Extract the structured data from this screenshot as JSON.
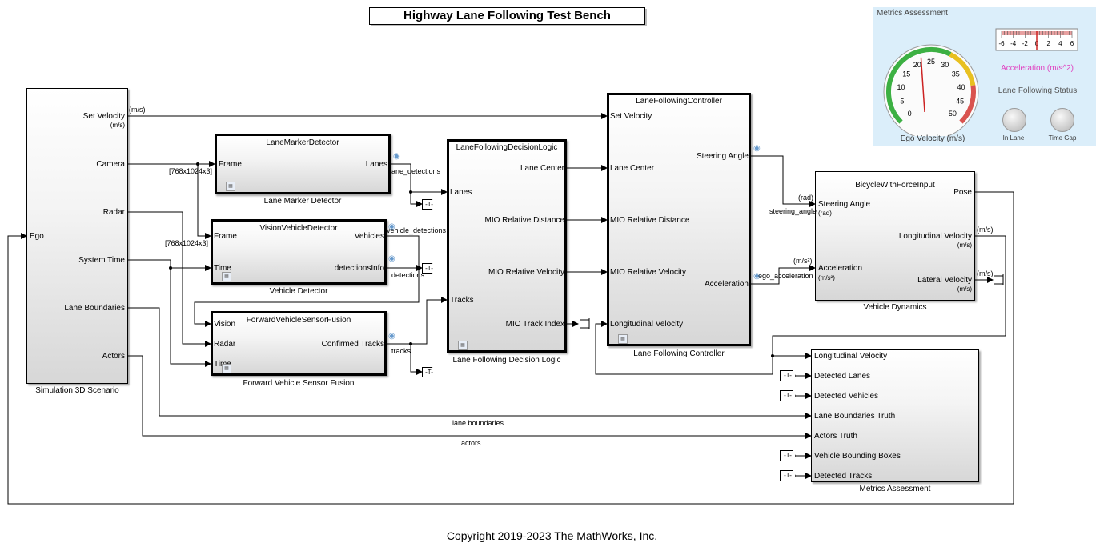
{
  "title": "Highway Lane Following Test Bench",
  "copyright": "Copyright 2019-2023 The MathWorks, Inc.",
  "blocks": {
    "sim3d": {
      "caption": "Simulation 3D Scenario",
      "in_ports": [
        "Ego"
      ],
      "out_ports": [
        "Set Velocity",
        "(m/s)",
        "Camera",
        "Radar",
        "System Time",
        "Lane Boundaries",
        "Actors"
      ]
    },
    "lane_marker": {
      "title": "LaneMarkerDetector",
      "caption": "Lane Marker Detector",
      "in_ports": [
        "Frame"
      ],
      "out_ports": [
        "Lanes"
      ]
    },
    "vehicle_detector": {
      "title": "VisionVehicleDetector",
      "caption": "Vehicle Detector",
      "in_ports": [
        "Frame",
        "Time"
      ],
      "out_ports": [
        "Vehicles",
        "detectionsInfo"
      ]
    },
    "sensor_fusion": {
      "title": "ForwardVehicleSensorFusion",
      "caption": "Forward Vehicle Sensor Fusion",
      "in_ports": [
        "Vision",
        "Radar",
        "Time"
      ],
      "out_ports": [
        "Confirmed Tracks"
      ]
    },
    "decision_logic": {
      "title": "LaneFollowingDecisionLogic",
      "caption": "Lane Following Decision Logic",
      "in_ports": [
        "Lanes",
        "Tracks"
      ],
      "out_ports": [
        "Lane Center",
        "MIO Relative Distance",
        "MIO Relative Velocity",
        "MIO Track Index"
      ]
    },
    "controller": {
      "title": "LaneFollowingController",
      "caption": "Lane Following Controller",
      "in_ports": [
        "Set Velocity",
        "Lane Center",
        "MIO Relative Distance",
        "MIO Relative Velocity",
        "Longitudinal Velocity"
      ],
      "out_ports": [
        "Steering Angle",
        "Acceleration"
      ]
    },
    "dynamics": {
      "title": "BicycleWithForceInput",
      "caption": "Vehicle Dynamics",
      "in_ports": [
        "Steering Angle",
        "(rad)",
        "Acceleration",
        "(m/s²)"
      ],
      "out_ports": [
        "Pose",
        "Longitudinal Velocity",
        "(m/s)",
        "Lateral Velocity",
        "(m/s)"
      ]
    },
    "metrics": {
      "caption": "Metrics Assessment",
      "in_ports": [
        "Longitudinal Velocity",
        "Detected Lanes",
        "Detected Vehicles",
        "Lane Boundaries Truth",
        "Actors Truth",
        "Vehicle Bounding Boxes",
        "Detected Tracks"
      ]
    }
  },
  "signals": {
    "m_s": "(m/s)",
    "dims1": "[768x1024x3]",
    "dims2": "[768x1024x3]",
    "lane_detections": "lane_detections",
    "vehicle_detections": "vehicle_detections",
    "detections": "detections",
    "tracks": "tracks",
    "steering_angle": "steering_angle",
    "ego_acceleration": "ego_acceleration",
    "rad": "(rad)",
    "m_s2": "(m/s²)",
    "m_s_out1": "(m/s)",
    "m_s_out2": "(m/s)",
    "lane_boundaries": "lane boundaries",
    "actors": "actors"
  },
  "tag_glyph": "-T-",
  "dashboard": {
    "title": "Metrics Assessment",
    "gauge_label": "Ego Velocity (m/s)",
    "gauge_ticks": [
      "0",
      "5",
      "10",
      "15",
      "20",
      "25",
      "30",
      "35",
      "40",
      "45",
      "50"
    ],
    "gauge_value": 22,
    "accel_label": "Acceleration (m/s^2)",
    "accel_ticks": [
      "-6",
      "-4",
      "-2",
      "0",
      "2",
      "4",
      "6"
    ],
    "accel_value": 0,
    "status_title": "Lane Following Status",
    "lamp1": "In Lane",
    "lamp2": "Time Gap",
    "colors": {
      "gauge_green": "#3cb043",
      "gauge_red": "#d9534f",
      "accel_label": "#e040c0",
      "panel": "#dbeefa"
    }
  }
}
